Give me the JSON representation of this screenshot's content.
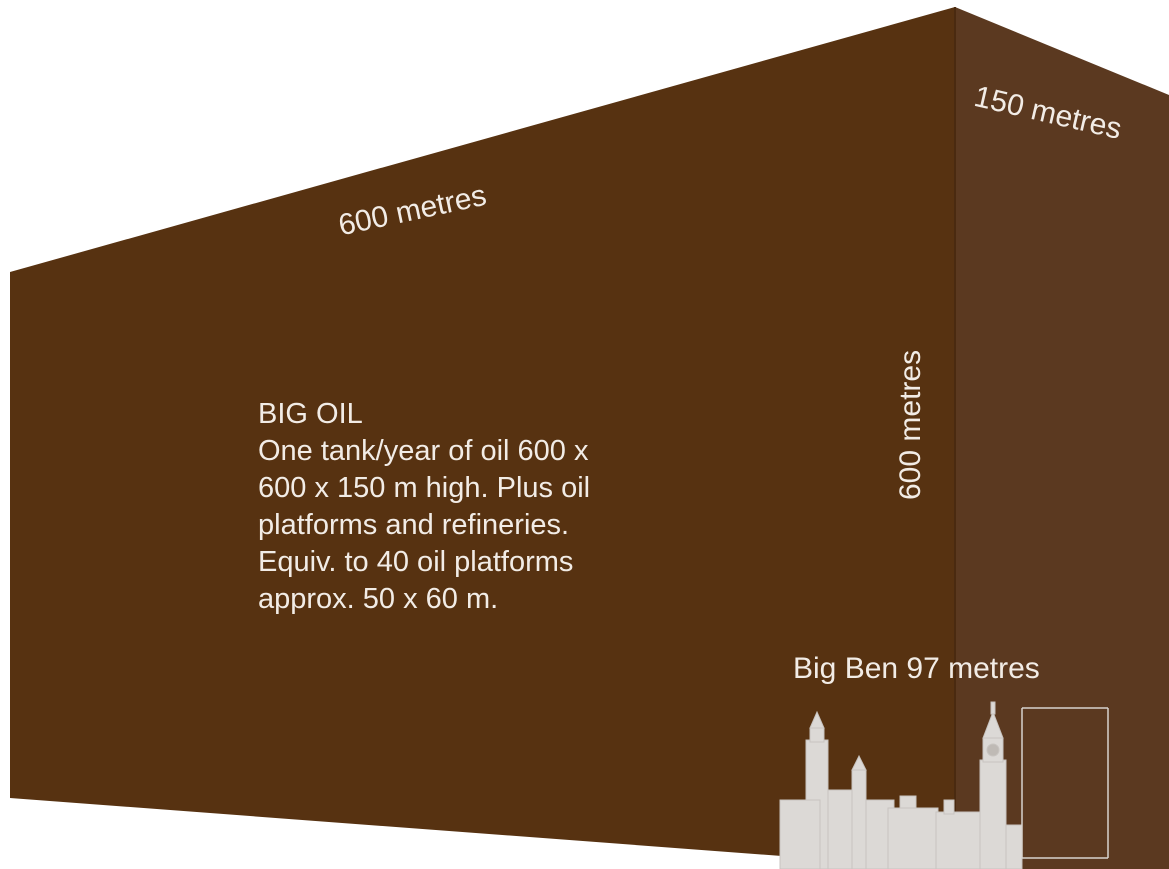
{
  "dimensions": {
    "top_width": "600 metres",
    "side_depth": "150 metres",
    "height": "600 metres"
  },
  "description": {
    "heading": "BIG OIL",
    "lines": [
      "One tank/year of oil 600 x",
      "600 x 150 m high. Plus oil",
      "platforms and refineries.",
      "Equiv. to 40 oil platforms",
      "approx. 50 x 60 m."
    ]
  },
  "big_ben": {
    "caption": "Big Ben 97 metres"
  },
  "colors": {
    "front_face": "#573211",
    "side_face": "#5b3920",
    "text": "#f2ece6",
    "skyline": "#dcd9d6"
  }
}
